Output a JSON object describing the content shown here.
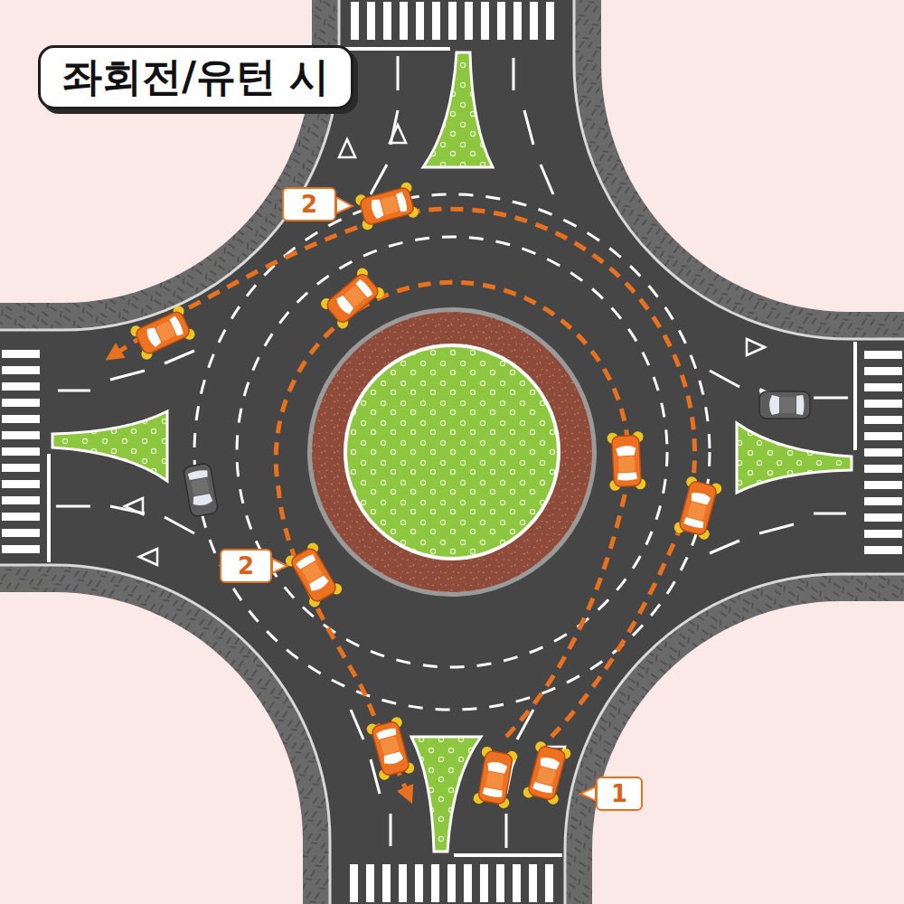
{
  "diagram": {
    "title": "좌회전/유턴 시",
    "labels": [
      "2",
      "2",
      "1"
    ]
  }
}
